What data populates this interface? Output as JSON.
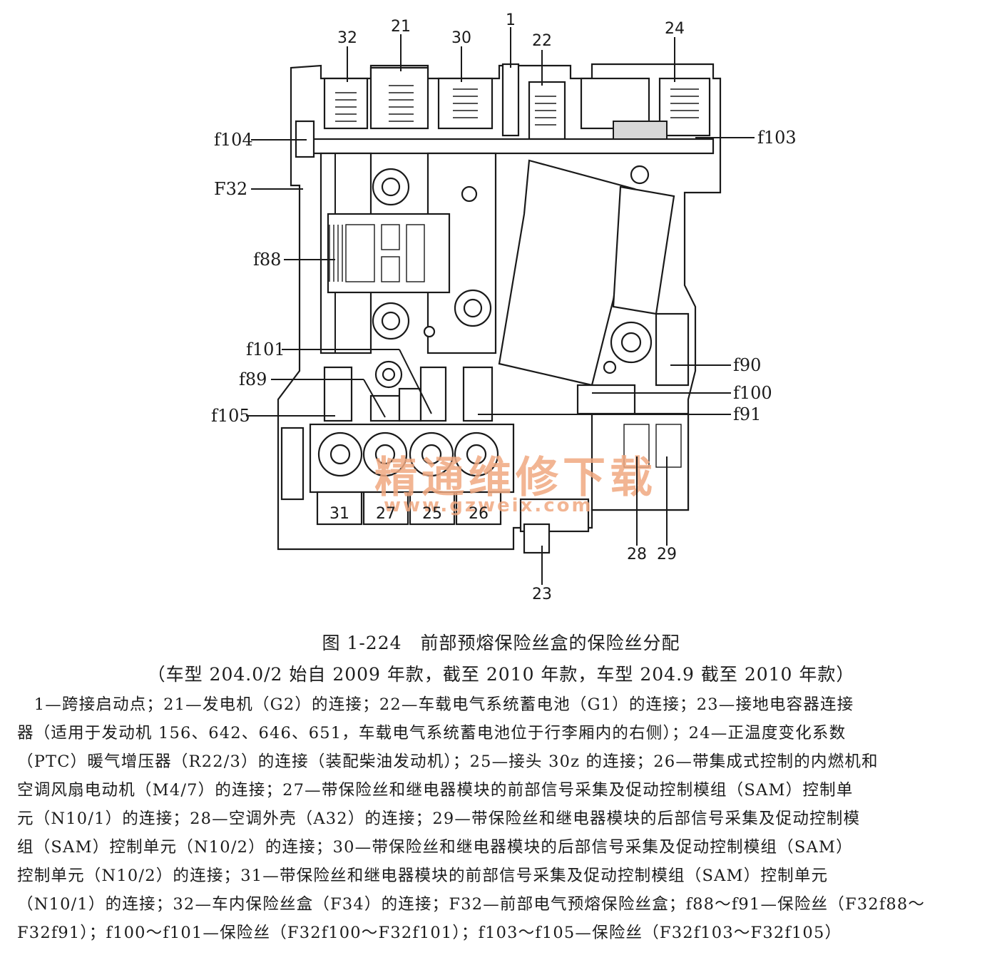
{
  "diagram": {
    "labels": {
      "l32": "32",
      "l21": "21",
      "l30": "30",
      "l1": "1",
      "l22": "22",
      "l24": "24",
      "f104": "f104",
      "f103": "f103",
      "F32": "F32",
      "f88": "f88",
      "f101": "f101",
      "f89": "f89",
      "f105": "f105",
      "f90": "f90",
      "f100": "f100",
      "f91": "f91",
      "l31": "31",
      "l27": "27",
      "l25": "25",
      "l26": "26",
      "l28": "28",
      "l29": "29",
      "l23": "23"
    },
    "watermark": {
      "title": "精通维修下载",
      "url": "www.gzweix.com"
    }
  },
  "caption": {
    "title": "图 1-224　前部预熔保险丝盒的保险丝分配",
    "subtitle": "（车型 204.0/2 始自 2009 年款，截至 2010 年款，车型 204.9 截至 2010 年款）"
  },
  "legend": {
    "lines": [
      "　1—跨接启动点；21—发电机（G2）的连接；22—车载电气系统蓄电池（G1）的连接；23—接地电容器连接",
      "器（适用于发动机 156、642、646、651，车载电气系统蓄电池位于行李厢内的右侧）；24—正温度变化系数",
      "（PTC）暖气增压器（R22/3）的连接（装配柴油发动机）；25—接头 30z 的连接；26—带集成式控制的内燃机和",
      "空调风扇电动机（M4/7）的连接；27—带保险丝和继电器模块的前部信号采集及促动控制模组（SAM）控制单",
      "元（N10/1）的连接；28—空调外壳（A32）的连接；29—带保险丝和继电器模块的后部信号采集及促动控制模",
      "组（SAM）控制单元（N10/2）的连接；30—带保险丝和继电器模块的后部信号采集及促动控制模组（SAM）",
      "控制单元（N10/2）的连接；31—带保险丝和继电器模块的前部信号采集及促动控制模组（SAM）控制单元",
      "（N10/1）的连接；32—车内保险丝盒（F34）的连接；F32—前部电气预熔保险丝盒；f88～f91—保险丝（F32f88～",
      "F32f91）；f100～f101—保险丝（F32f100～F32f101）；f103～f105—保险丝（F32f103～F32f105）"
    ]
  }
}
